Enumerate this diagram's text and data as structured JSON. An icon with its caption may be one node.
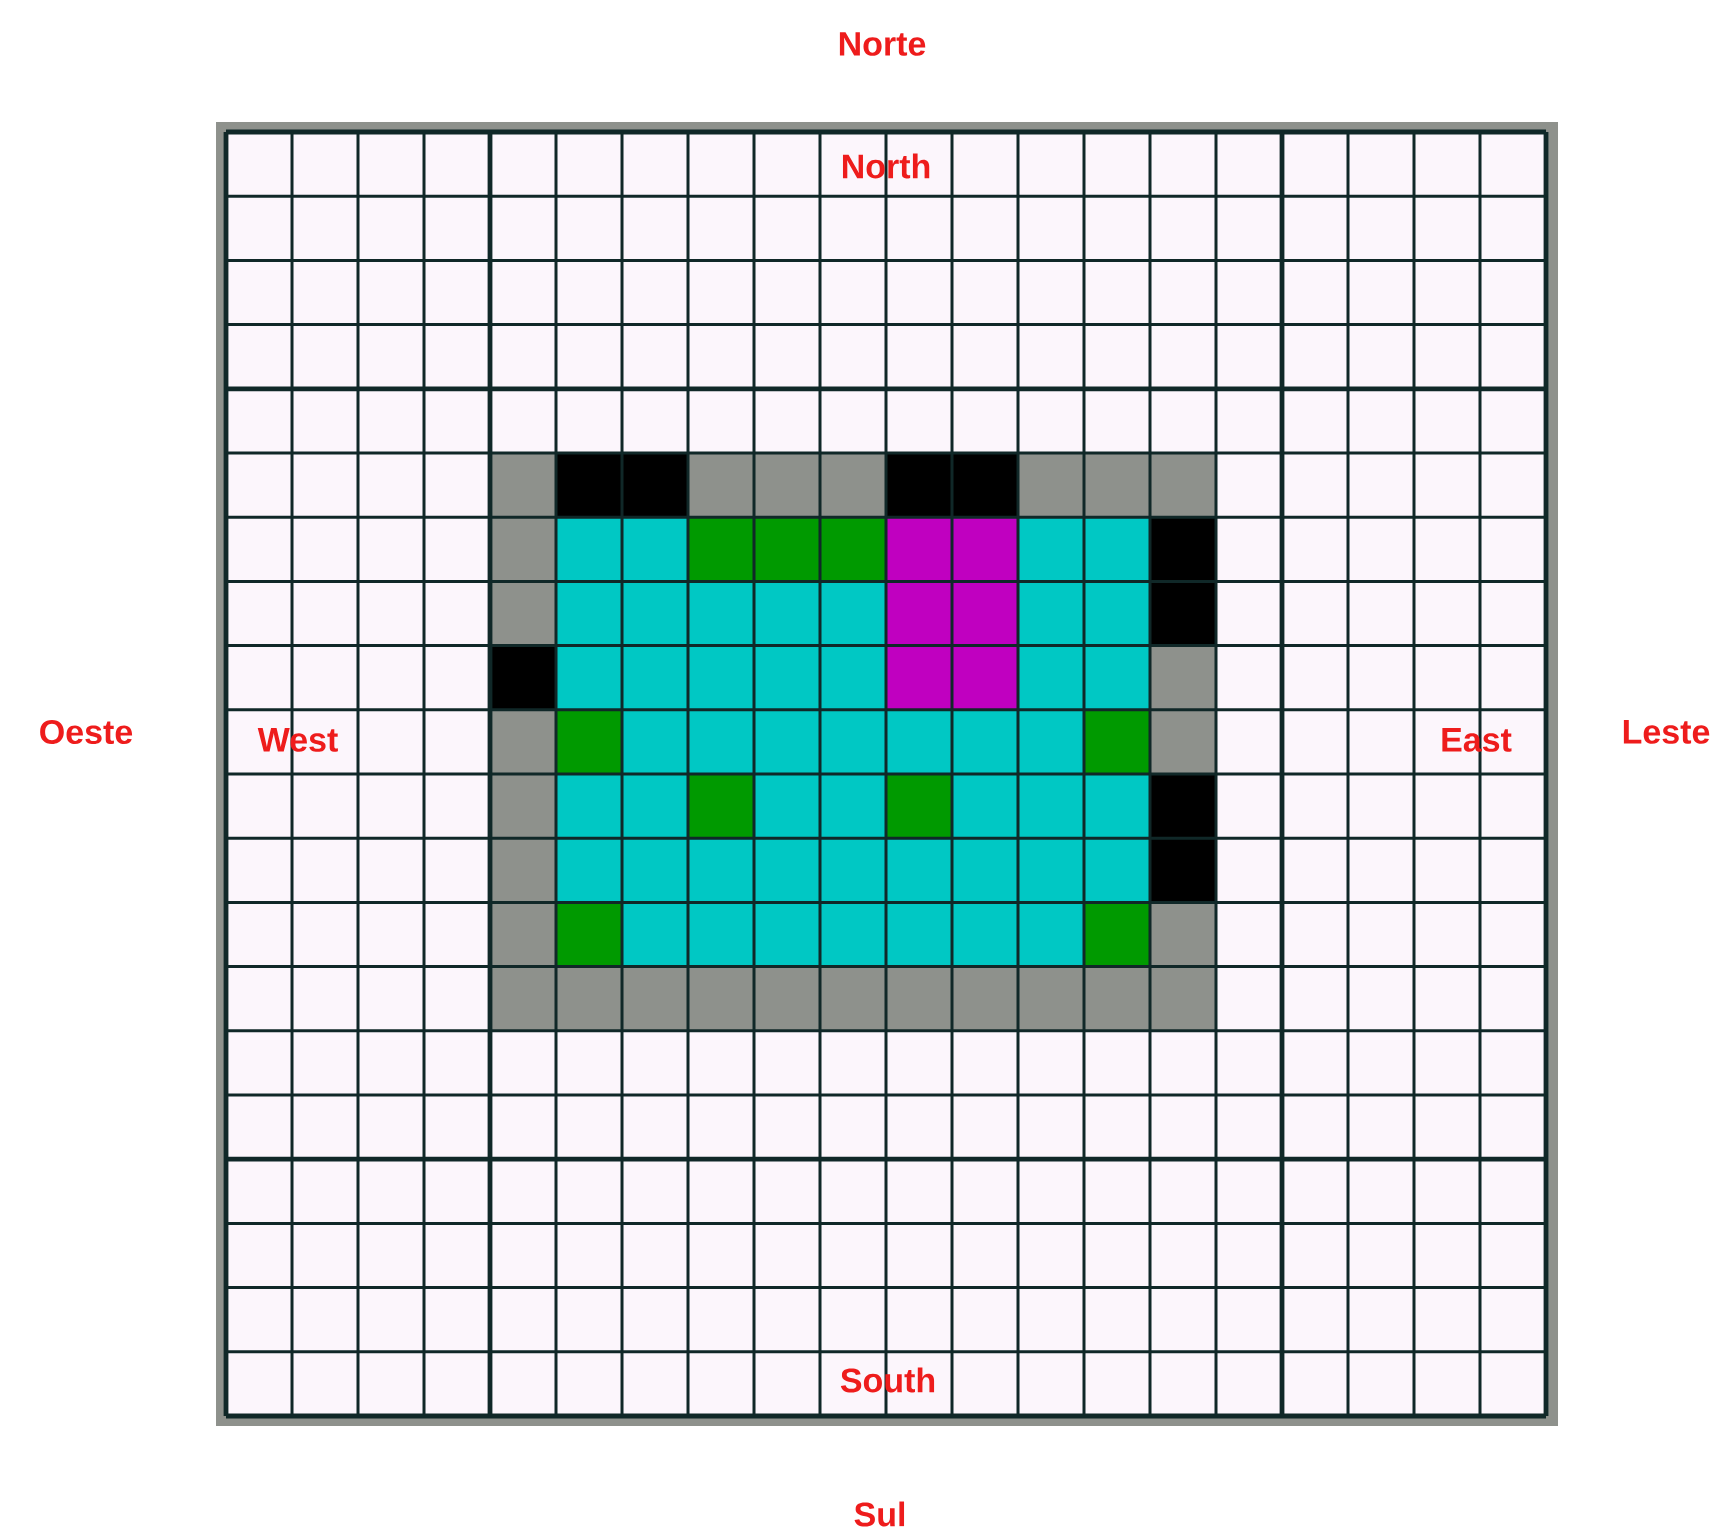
{
  "diagram": {
    "labels": [
      "Norte",
      "North",
      "Oeste",
      "West",
      "East",
      "Leste",
      "South",
      "Sul"
    ]
  }
}
